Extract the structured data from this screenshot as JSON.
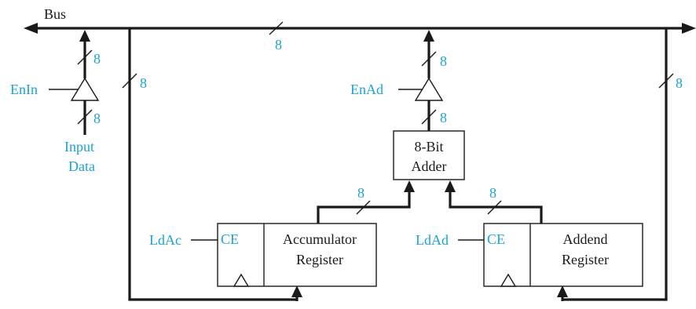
{
  "bus": {
    "label": "Bus",
    "width": "8"
  },
  "input_buffer": {
    "enable": "EnIn",
    "width_out": "8",
    "width_in": "8",
    "source_line1": "Input",
    "source_line2": "Data"
  },
  "bus_feed_left": {
    "width": "8"
  },
  "bus_feed_right": {
    "width": "8"
  },
  "adder_buffer": {
    "enable": "EnAd",
    "width_out": "8",
    "width_in": "8"
  },
  "adder": {
    "line1": "8-Bit",
    "line2": "Adder"
  },
  "accumulator": {
    "load": "LdAc",
    "enable_pin": "CE",
    "line1": "Accumulator",
    "line2": "Register",
    "width": "8"
  },
  "addend": {
    "load": "LdAd",
    "enable_pin": "CE",
    "line1": "Addend",
    "line2": "Register",
    "width": "8"
  },
  "colors": {
    "annotation": "#1aa3d9",
    "ink": "#1a1a1a"
  }
}
